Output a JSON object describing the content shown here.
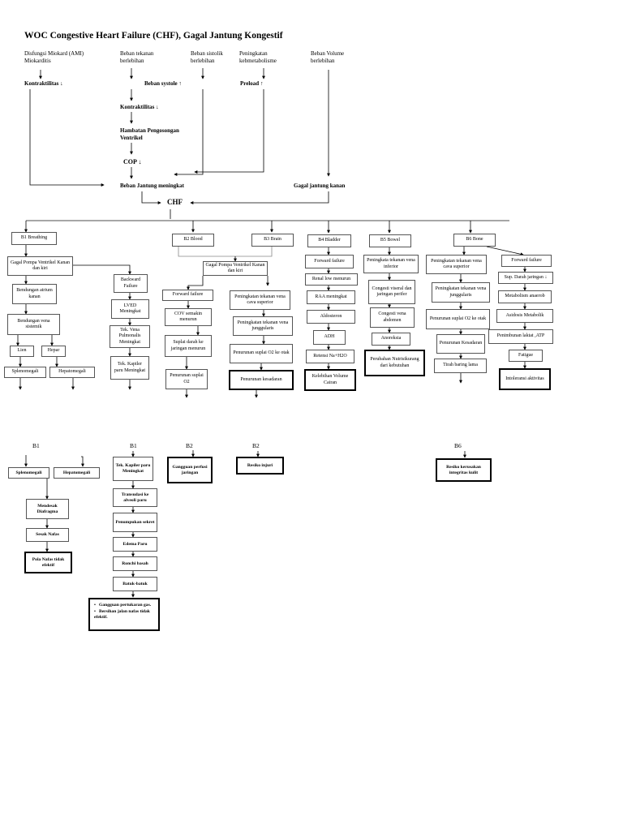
{
  "title": "WOC Congestive Heart Failure (CHF), Gagal Jantung Kongestif",
  "top": {
    "causes": [
      "Disfungsi Miokard (AMI) Miokarditis",
      "Beban tekanan berlebihan",
      "Beban sistolik berlebihan",
      "Peningkatan kebmetabolisme",
      "Beban Volume berlebihan"
    ],
    "kontraktilitas_left": "Kontraktilitas ↓",
    "beban_systole": "Beban systole ↑",
    "preload": "Preload ↑",
    "kontraktilitas_mid": "Kontraktilitas ↓",
    "hambatan": "Hambatan Pengosongan Ventrikel",
    "cop": "COP ↓",
    "beban_jantung": "Beban Jantung meningkat",
    "gagal_kanan": "Gagal jantung kanan",
    "chf": "CHF"
  },
  "b1": {
    "header": "B1 Breathing",
    "items": [
      "Gagal Pompa Ventrikel Kanan dan kiri",
      "Bendungan atrium kanan",
      "Bendungan vena sistemik",
      "Lien",
      "Hepar",
      "Splenomegali",
      "Hepatomegali",
      "Backward Failure",
      "LVED Meningkat",
      "Tek. Vena Pulmonalis Meningkat",
      "Tek. Kapiler paru Meningkat"
    ]
  },
  "b2b3": {
    "b2": "B2 Blood",
    "b3": "B3 Brain",
    "pump": "Gagal Pompa Ventrikel Kanan dan kiri",
    "b2_items": [
      "Forward failure",
      "COV semakin menurun",
      "Suplai darah ke jaringan menurun",
      "Penurunan suplai O2"
    ],
    "b3_items": [
      "Peningkatan tekanan vena cava superior",
      "Peningkatan tekanan vena junggularis",
      "Penurunan suplai O2 ke otak",
      "Penurunan kesadaran"
    ]
  },
  "b4": {
    "header": "B4 Bladder",
    "items": [
      "Forward failure",
      "Renal low menurun",
      "RAA meningkat",
      "Aldosteron",
      "ADH",
      "Retensi Na+H2O",
      "Kelebihan Volume Cairan"
    ]
  },
  "b5": {
    "header": "B5 Bowel",
    "items": [
      "Peningkata tekanan vena inferior",
      "Congesti viseral dan jaringan perifer",
      "Congesti vena abdomen",
      "Anoreksia",
      "Perubahan Nutrisikurang dari kebutuhan"
    ]
  },
  "b6": {
    "header": "B6 Bone",
    "left_items": [
      "Peningkatan tekanan vena cava superior",
      "Peningkatan tekanan vena junggularis",
      "Penurunan suplai O2 ke otak",
      "Penurunan Kesadaran",
      "Tirah baring lama"
    ],
    "right_items": [
      "Forward failure",
      "Sup. Darah jaringan ↓",
      "Metabolism anaerob",
      "Asidosis Metabolik",
      "Penimbunan laktat ,ATP",
      "Fatigue",
      "Intoleransi aktivitas"
    ]
  },
  "lower": {
    "labels": [
      "B1",
      "B1",
      "B2",
      "B2",
      "B6"
    ],
    "col1": [
      "Splenomegali",
      "Hepatomegali",
      "Mendesak Diafragma",
      "Sesak Nafas",
      "Pola Nafas tidak efektif"
    ],
    "col2": [
      "Tek. Kapiler paru Meningkat",
      "Transudasi ke alveoli paru",
      "Penumpukan sekret",
      "Edema Paru",
      "Ronchi basah",
      "Batuk-batuk"
    ],
    "col2_bullets": [
      "Gangguan pertukaran gas.",
      "Bersihan jalan nafas tidak efektif."
    ],
    "b2a": "Gangguan perfusi jaringan",
    "b2b": "Resiko injuri",
    "b6": "Resiko kerusakan integritas kulit"
  }
}
